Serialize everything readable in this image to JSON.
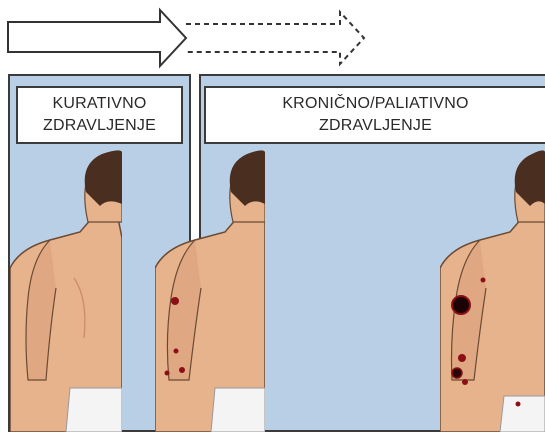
{
  "labels": {
    "curative_line1": "KURATIVNO",
    "curative_line2": "ZDRAVLJENJE",
    "palliative_line1": "KRONIČNO/PALIATIVNO",
    "palliative_line2": "ZDRAVLJENJE"
  },
  "colors": {
    "panel_background": "#b9cfe6",
    "border": "#3b3b3b",
    "skin": "#e7b38c",
    "hair": "#4a2f21",
    "lesion": "#8b0f14",
    "cloth": "#f4f4f4"
  },
  "icons": {
    "solid_arrow": "arrow-right-solid",
    "dashed_arrow": "arrow-right-dashed"
  }
}
